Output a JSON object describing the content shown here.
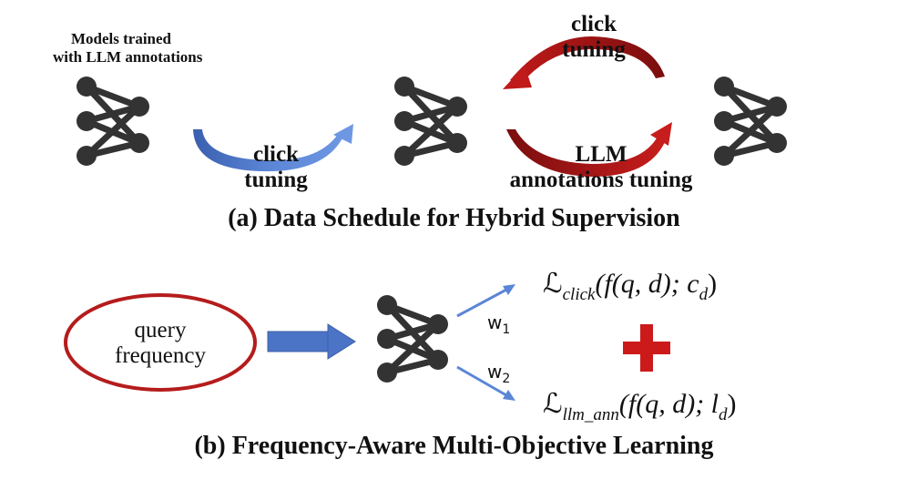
{
  "section_a": {
    "left_label_line1": "Models trained",
    "left_label_line2": "with LLM annotations",
    "arrow1_label_line1": "click",
    "arrow1_label_line2": "tuning",
    "top_arc_label_line1": "click",
    "top_arc_label_line2": "tuning",
    "bottom_arc_label_line1": "LLM",
    "bottom_arc_label_line2": "annotations tuning",
    "caption": "(a) Data Schedule for Hybrid Supervision"
  },
  "section_b": {
    "input_line1": "query",
    "input_line2": "frequency",
    "weight1": "w",
    "weight1_sub": "1",
    "weight2": "w",
    "weight2_sub": "2",
    "loss1_symbol": "ℒ",
    "loss1_sub": "click",
    "loss1_args": "(f(q, d); c",
    "loss1_arg_sub": "d",
    "loss1_close": ")",
    "loss2_symbol": "ℒ",
    "loss2_sub": "llm_ann",
    "loss2_args": "(f(q, d); l",
    "loss2_arg_sub": "d",
    "loss2_close": ")",
    "plus_sign": "+",
    "caption": "(b) Frequency-Aware Multi-Objective Learning"
  },
  "colors": {
    "node": "#333333",
    "blue_arrow": "#4a72c4",
    "red_arrow": "#b01818",
    "ellipse_stroke": "#b51c1c",
    "plus": "#cc1a1a"
  }
}
